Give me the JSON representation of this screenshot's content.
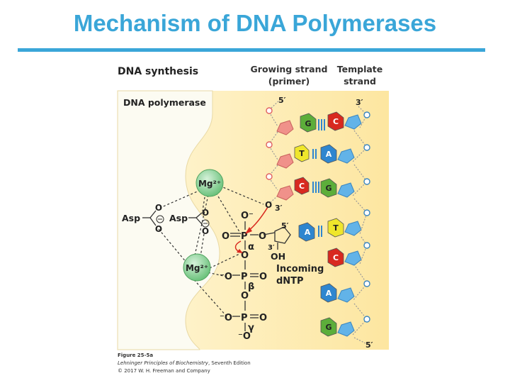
{
  "slide": {
    "title": "Mechanism of DNA Polymerases"
  },
  "figure": {
    "heading": "DNA synthesis",
    "growing_strand_line1": "Growing strand",
    "growing_strand_line2": "(primer)",
    "template_strand_line1": "Template",
    "template_strand_line2": "strand",
    "enzyme_label": "DNA polymerase",
    "mg_ion_1": "Mg²⁺",
    "mg_ion_2": "Mg²⁺",
    "asp_1": "Asp",
    "asp_2": "Asp",
    "prime_5_top": "5′",
    "prime_3_top": "3′",
    "prime_3_primer_end": "3′",
    "prime_5_dntp": "5′",
    "prime_3_dntp": "3′",
    "prime_5_bottom": "5′",
    "oh_label": "OH",
    "alpha": "α",
    "beta": "β",
    "gamma": "γ",
    "incoming_line1": "Incoming",
    "incoming_line2": "dNTP",
    "caption_figure": "Figure 25-5a",
    "caption_book_title": "Lehninger Principles of Biochemistry",
    "caption_book_edition": ", Seventh Edition",
    "caption_copyright": "© 2017 W. H. Freeman and Company",
    "primer_bases": [
      "G",
      "T",
      "C"
    ],
    "dntp_base": "A",
    "template_bases": [
      "C",
      "A",
      "G",
      "T",
      "C",
      "A",
      "G"
    ],
    "colors": {
      "title": "#3aa6d8",
      "panel_yellow": "#fdeeb0",
      "enzyme_white": "#fcfbf4",
      "primer_sugar": "#f0918a",
      "template_sugar": "#62b3e8",
      "base_G": "#5cae3a",
      "base_C": "#d8291f",
      "base_A": "#2f86cf",
      "base_T": "#efe62b",
      "mg_ion": "#7fcc8c"
    }
  }
}
